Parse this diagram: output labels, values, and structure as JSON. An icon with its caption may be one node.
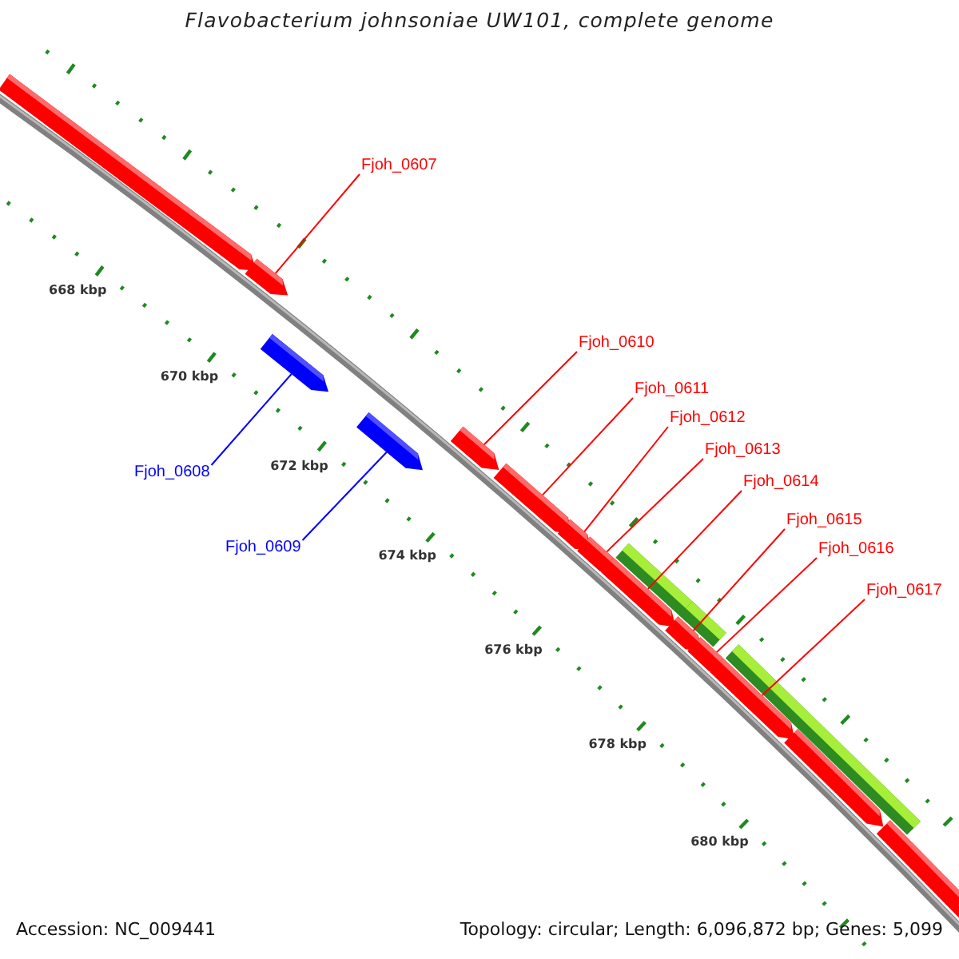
{
  "diagram": {
    "title": "Flavobacterium johnsoniae UW101, complete genome",
    "nodes": [
      {
        "text": [
          "Fjoh_0607"
        ]
      },
      {
        "text": [
          "Fjoh_0608"
        ]
      },
      {
        "text": [
          "Fjoh_0609"
        ]
      },
      {
        "text": [
          "Fjoh_0610"
        ]
      },
      {
        "text": [
          "Fjoh_0611"
        ]
      },
      {
        "text": [
          "Fjoh_0612"
        ]
      },
      {
        "text": [
          "Fjoh_0613"
        ]
      },
      {
        "text": [
          "Fjoh_0614"
        ]
      },
      {
        "text": [
          "Fjoh_0615"
        ]
      },
      {
        "text": [
          "Fjoh_0616"
        ]
      },
      {
        "text": [
          "Fjoh_0617"
        ]
      },
      {
        "text": [],
        "shape": "block"
      },
      {
        "text": [],
        "shape": "block"
      },
      {
        "text": [],
        "shape": "block"
      },
      {
        "text": [],
        "shape": "block"
      },
      {
        "text": [],
        "shape": "block"
      },
      {
        "text": [],
        "shape": "block"
      },
      {
        "text": [],
        "shape": "block"
      },
      {
        "text": [],
        "shape": "block"
      },
      {
        "text": [],
        "shape": "bar"
      },
      {
        "text": [],
        "shape": "block"
      },
      {
        "text": [],
        "shape": "bar"
      },
      {
        "text": [],
        "shape": "block"
      },
      {
        "text": [],
        "shape": "block"
      },
      {
        "text": [],
        "shape": "bar"
      },
      {
        "text": [],
        "shape": "block"
      },
      {
        "text": [],
        "shape": "block"
      },
      {
        "text": [],
        "shape": "block"
      }
    ],
    "edges": [
      {
        "from": 0,
        "to": 12,
        "arrow": "none"
      },
      {
        "from": 1,
        "to": 13,
        "arrow": "none",
        "color": "#0000ff"
      },
      {
        "from": 2,
        "to": 14,
        "arrow": "none",
        "color": "#0000ff"
      },
      {
        "from": 3,
        "to": 15,
        "arrow": "none"
      },
      {
        "from": 4,
        "to": 16,
        "arrow": "none"
      },
      {
        "from": 5,
        "to": 17,
        "arrow": "none"
      },
      {
        "from": 6,
        "to": 18,
        "arrow": "none"
      },
      {
        "from": 7,
        "to": 20,
        "arrow": "none"
      },
      {
        "from": 8,
        "to": 22,
        "arrow": "none"
      },
      {
        "from": 9,
        "to": 23,
        "arrow": "none"
      },
      {
        "from": 10,
        "to": 25,
        "arrow": "none"
      }
    ],
    "labels": [
      "668 kbp",
      "670 kbp",
      "672 kbp",
      "674 kbp",
      "676 kbp",
      "678 kbp",
      "680 kbp",
      "Accession: NC_009441",
      "Topology: circular; Length: 6,096,872 bp; Genes: 5,099"
    ]
  }
}
